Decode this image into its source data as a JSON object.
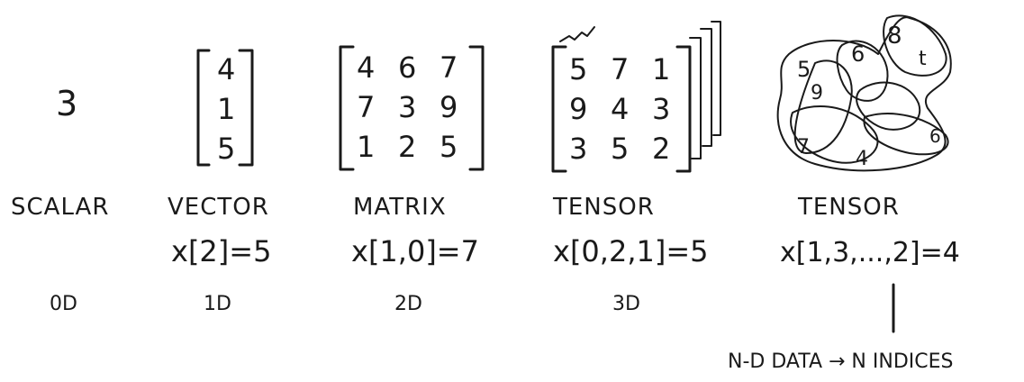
{
  "scalar": {
    "value": "3",
    "label": "SCALAR",
    "dim": "0D"
  },
  "vector": {
    "values": [
      "4",
      "1",
      "5"
    ],
    "label": "VECTOR",
    "index_expr": "x[2]=5",
    "dim": "1D"
  },
  "matrix": {
    "rows": [
      [
        "4",
        "6",
        "7"
      ],
      [
        "7",
        "3",
        "9"
      ],
      [
        "1",
        "2",
        "5"
      ]
    ],
    "label": "MATRIX",
    "index_expr": "x[1,0]=7",
    "dim": "2D"
  },
  "tensor3d": {
    "rows": [
      [
        "5",
        "7",
        "1"
      ],
      [
        "9",
        "4",
        "3"
      ],
      [
        "3",
        "5",
        "2"
      ]
    ],
    "label": "TENSOR",
    "index_expr": "x[0,2,1]=5",
    "dim": "3D"
  },
  "tensorNd": {
    "numbers": [
      "5",
      "6",
      "8",
      "t",
      "9",
      "7",
      "4",
      "6"
    ],
    "label": "TENSOR",
    "index_expr": "x[1,3,...,2]=4",
    "note": "N-D DATA → N INDICES"
  }
}
